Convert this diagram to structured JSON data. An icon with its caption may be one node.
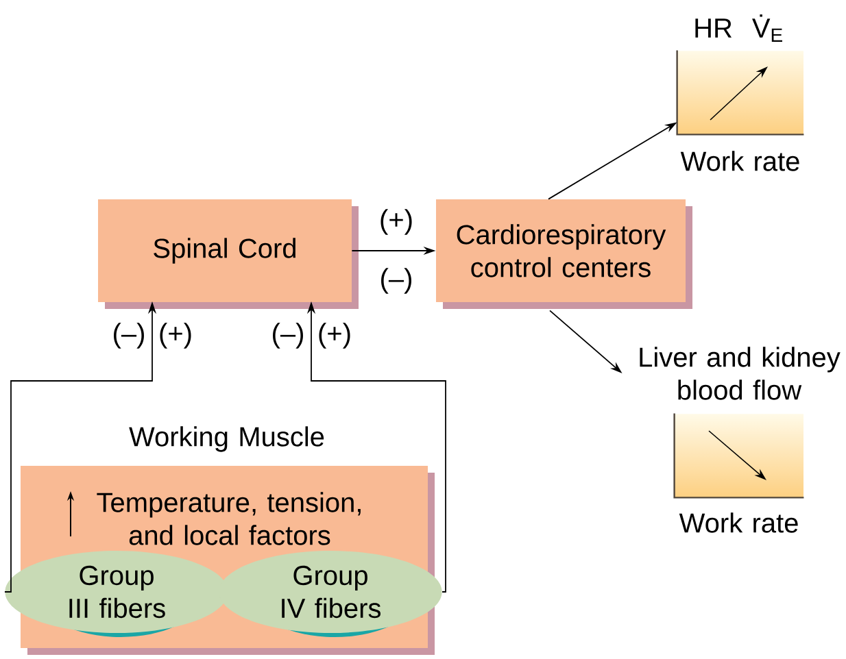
{
  "diagram": {
    "nodes": [
      {
        "text": [
          "Spinal Cord"
        ]
      },
      {
        "text": [
          "Cardiorespiratory control centers"
        ]
      },
      {
        "text": [
          "Working Muscle",
          "Temperature, tension, and local factors"
        ]
      },
      {
        "text": [
          "Group III fibers"
        ],
        "in": 2
      },
      {
        "text": [
          "Group IV fibers"
        ],
        "in": 2
      },
      {
        "text": [
          "HR",
          "V̇$_{E}$",
          "Work rate"
        ]
      },
      {
        "text": [
          "Liver and kidney blood flow",
          "Work rate"
        ]
      }
    ],
    "edges": [
      {
        "from": 0,
        "to": 1,
        "arrow": "to"
      },
      {
        "from": 1,
        "to": 5,
        "arrow": "to"
      },
      {
        "from": 1,
        "to": 6,
        "arrow": "to"
      },
      {
        "from": 3,
        "to": 0,
        "arrow": "to"
      },
      {
        "from": 4,
        "to": 0,
        "arrow": "to"
      }
    ],
    "labels": [
      "(+)",
      "(–)",
      "(–)",
      "(+)",
      "(–)",
      "(+)"
    ]
  }
}
